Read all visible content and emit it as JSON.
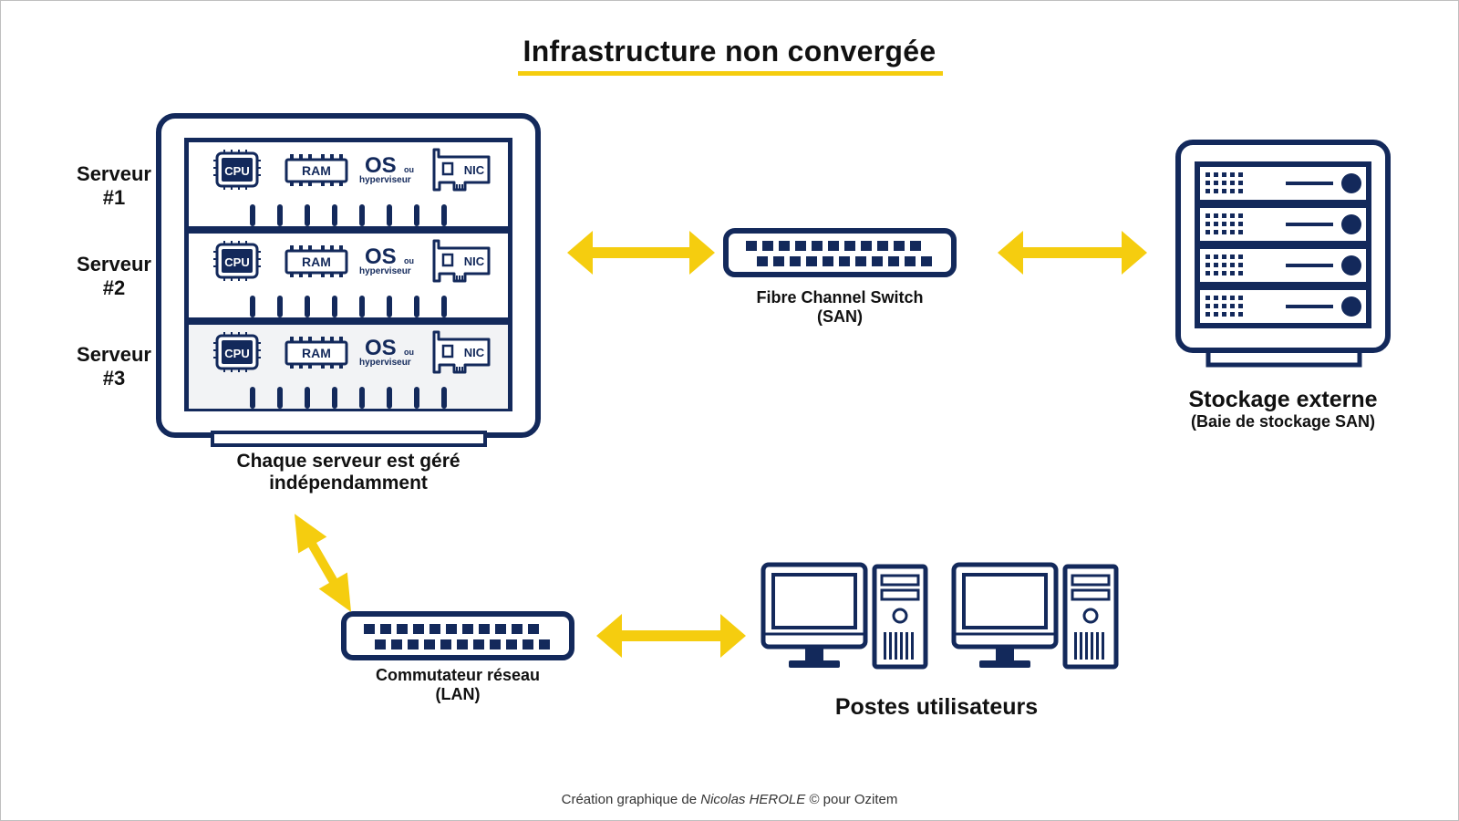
{
  "title": "Infrastructure non convergée",
  "servers": [
    {
      "label_line1": "Serveur",
      "label_line2": "#1"
    },
    {
      "label_line1": "Serveur",
      "label_line2": "#2"
    },
    {
      "label_line1": "Serveur",
      "label_line2": "#3"
    }
  ],
  "components": {
    "cpu": "CPU",
    "ram": "RAM",
    "os": "OS",
    "os_or": "ou",
    "os_hyper": "hyperviseur",
    "nic": "NIC"
  },
  "server_caption": {
    "line1": "Chaque serveur est géré",
    "line2": "indépendamment"
  },
  "fc_switch": {
    "line1": "Fibre Channel Switch",
    "line2": "(SAN)"
  },
  "storage": {
    "title": "Stockage externe",
    "subtitle": "(Baie de stockage SAN)"
  },
  "lan_switch": {
    "line1": "Commutateur réseau",
    "line2": "(LAN)"
  },
  "workstations": {
    "label": "Postes utilisateurs"
  },
  "credit": {
    "prefix": "Création graphique de ",
    "author": "Nicolas HEROLE",
    "suffix": " © pour Ozitem"
  },
  "colors": {
    "navy": "#13295b",
    "arrow": "#f5cd0f",
    "panel": "#f2f3f5"
  }
}
